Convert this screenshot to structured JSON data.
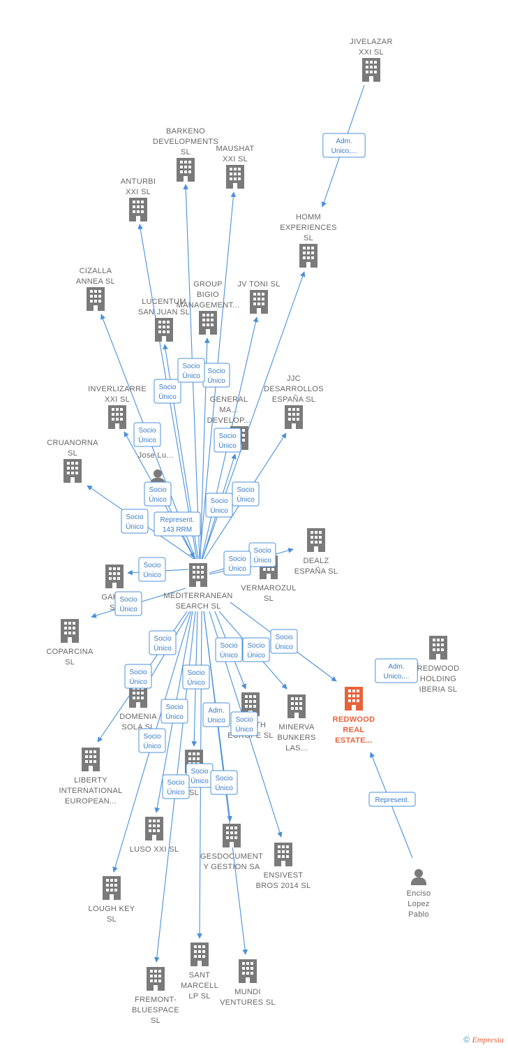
{
  "colors": {
    "edge": "#4a90d9",
    "company": "#7a7a7a",
    "main_company": "#e8623a",
    "person": "#7a7a7a",
    "label": "#666666"
  },
  "nodes": [
    {
      "id": "jivelazar",
      "kind": "company",
      "label": [
        "JIVELAZAR",
        "XXI SL"
      ]
    },
    {
      "id": "barkeno",
      "kind": "company",
      "label": [
        "BARKENO",
        "DEVELOPMENTS",
        "SL"
      ]
    },
    {
      "id": "maushat",
      "kind": "company",
      "label": [
        "MAUSHAT",
        "XXI SL"
      ]
    },
    {
      "id": "anturbi",
      "kind": "company",
      "label": [
        "ANTURBI",
        "XXI SL"
      ]
    },
    {
      "id": "homm",
      "kind": "company",
      "label": [
        "HOMM",
        "EXPERIENCES",
        "SL"
      ]
    },
    {
      "id": "cizalla",
      "kind": "company",
      "label": [
        "CIZALLA",
        "ANNEA SL"
      ]
    },
    {
      "id": "group",
      "kind": "company",
      "label": [
        "GROUP",
        "BIGIO",
        "MANAGEMENT..."
      ]
    },
    {
      "id": "jvtoni",
      "kind": "company",
      "label": [
        "JV TONI SL"
      ]
    },
    {
      "id": "lucentum",
      "kind": "company",
      "label": [
        "LUCENTUM",
        "SAN JUAN SL"
      ]
    },
    {
      "id": "jjc",
      "kind": "company",
      "label": [
        "JJC",
        "DESARROLLOS",
        "ESPAÑA SL"
      ]
    },
    {
      "id": "inverlizarre",
      "kind": "company",
      "label": [
        "INVERLIZARRE",
        "XXI SL"
      ]
    },
    {
      "id": "general",
      "kind": "company",
      "label": [
        "GENERAL",
        "MA...",
        "DEVELOP..."
      ]
    },
    {
      "id": "cruanorna",
      "kind": "company",
      "label": [
        "CRUANORNA",
        "SL"
      ]
    },
    {
      "id": "joselu",
      "kind": "person",
      "label": [
        "Jose Lu..."
      ]
    },
    {
      "id": "dealz",
      "kind": "company",
      "label": [
        "DEALZ",
        "ESPAÑA SL"
      ]
    },
    {
      "id": "vermarozul",
      "kind": "company",
      "label": [
        "VERMAROZUL",
        "SL"
      ]
    },
    {
      "id": "gapal",
      "kind": "company",
      "label": [
        "GAPAL",
        "SL"
      ]
    },
    {
      "id": "mediterranean",
      "kind": "company",
      "label": [
        "MEDITERRANEAN",
        "SEARCH SL"
      ]
    },
    {
      "id": "coparcina",
      "kind": "company",
      "label": [
        "COPARCINA",
        "SL"
      ]
    },
    {
      "id": "redwoodholding",
      "kind": "company",
      "label": [
        "REDWOOD",
        "HOLDING",
        "IBERIA SL"
      ]
    },
    {
      "id": "redwoodreal",
      "kind": "main",
      "label": [
        "REDWOOD",
        "REAL",
        "ESTATE..."
      ]
    },
    {
      "id": "domenia",
      "kind": "company",
      "label": [
        "DOMENIA",
        "SOLA SL"
      ]
    },
    {
      "id": "health",
      "kind": "company",
      "label": [
        "HEALTH",
        "EUROPE SL"
      ]
    },
    {
      "id": "minerva",
      "kind": "company",
      "label": [
        "MINERVA",
        "BUNKERS",
        "LAS..."
      ]
    },
    {
      "id": "liberty",
      "kind": "company",
      "label": [
        "LIBERTY",
        "INTERNATIONAL",
        "EUROPEAN..."
      ]
    },
    {
      "id": "developments",
      "kind": "company",
      "label": [
        "...OPMENTS",
        "SL"
      ]
    },
    {
      "id": "luso",
      "kind": "company",
      "label": [
        "LUSO XXI SL"
      ]
    },
    {
      "id": "gesdocument",
      "kind": "company",
      "label": [
        "GESDOCUMENT",
        "Y GESTION SA"
      ]
    },
    {
      "id": "ensivest",
      "kind": "company",
      "label": [
        "ENSIVEST",
        "BROS 2014 SL"
      ]
    },
    {
      "id": "enciso",
      "kind": "person",
      "label": [
        "Enciso",
        "Lopez",
        "Pablo"
      ]
    },
    {
      "id": "loughkey",
      "kind": "company",
      "label": [
        "LOUGH KEY",
        "SL"
      ]
    },
    {
      "id": "santmarcell",
      "kind": "company",
      "label": [
        "SANT",
        "MARCELL",
        "LP SL"
      ]
    },
    {
      "id": "mundi",
      "kind": "company",
      "label": [
        "MUNDI",
        "VENTURES SL"
      ]
    },
    {
      "id": "fremont",
      "kind": "company",
      "label": [
        "FREMONT-",
        "BLUESPACE",
        "SL"
      ]
    }
  ],
  "edges": [
    {
      "from": "jivelazar",
      "to": "homm",
      "label": [
        "Adm.",
        "Unico,..."
      ]
    },
    {
      "from": "mediterranean",
      "to": "barkeno",
      "label": []
    },
    {
      "from": "mediterranean",
      "to": "maushat",
      "label": []
    },
    {
      "from": "mediterranean",
      "to": "anturbi",
      "label": [
        "Socio",
        "Único"
      ]
    },
    {
      "from": "mediterranean",
      "to": "homm",
      "label": []
    },
    {
      "from": "mediterranean",
      "to": "cizalla",
      "label": [
        "Socio",
        "Único"
      ]
    },
    {
      "from": "mediterranean",
      "to": "group",
      "label": [
        "Socio",
        "Único"
      ]
    },
    {
      "from": "mediterranean",
      "to": "jvtoni",
      "label": [
        "Socio",
        "Único"
      ]
    },
    {
      "from": "mediterranean",
      "to": "lucentum",
      "label": [
        "Socio",
        "Único"
      ]
    },
    {
      "from": "mediterranean",
      "to": "jjc",
      "label": [
        "Socio",
        "Único"
      ]
    },
    {
      "from": "mediterranean",
      "to": "inverlizarre",
      "label": [
        "Socio",
        "Único"
      ]
    },
    {
      "from": "mediterranean",
      "to": "general",
      "label": [
        "Socio",
        "Único"
      ]
    },
    {
      "from": "mediterranean",
      "to": "cruanorna",
      "label": [
        "Socio",
        "Único"
      ]
    },
    {
      "from": "joselu",
      "to": "mediterranean",
      "label": [
        "Represent.",
        "143 RRM"
      ]
    },
    {
      "from": "mediterranean",
      "to": "dealz",
      "label": [
        "Socio",
        "Único"
      ]
    },
    {
      "from": "mediterranean",
      "to": "vermarozul",
      "label": [
        "Socio",
        "Único"
      ]
    },
    {
      "from": "mediterranean",
      "to": "gapal",
      "label": [
        "Socio",
        "Único"
      ]
    },
    {
      "from": "mediterranean",
      "to": "coparcina",
      "label": [
        "Socio",
        "Único"
      ]
    },
    {
      "from": "mediterranean",
      "to": "redwoodreal",
      "label": [
        "Socio",
        "Único"
      ]
    },
    {
      "from": "redwoodholding",
      "to": "redwoodreal",
      "label": [
        "Adm.",
        "Unico,..."
      ]
    },
    {
      "from": "enciso",
      "to": "redwoodreal",
      "label": [
        "Represent."
      ]
    },
    {
      "from": "mediterranean",
      "to": "domenia",
      "label": [
        "Socio",
        "Único"
      ]
    },
    {
      "from": "mediterranean",
      "to": "health",
      "label": [
        "Socio",
        "Único"
      ]
    },
    {
      "from": "mediterranean",
      "to": "minerva",
      "label": [
        "Socio",
        "Único"
      ]
    },
    {
      "from": "mediterranean",
      "to": "liberty",
      "label": [
        "Socio",
        "Único"
      ]
    },
    {
      "from": "mediterranean",
      "to": "developments",
      "label": [
        "Socio",
        "Único"
      ]
    },
    {
      "from": "mediterranean",
      "to": "luso",
      "label": [
        "Socio",
        "Único"
      ]
    },
    {
      "from": "mediterranean",
      "to": "gesdocument",
      "label": [
        "Adm.",
        "Unico"
      ]
    },
    {
      "from": "mediterranean",
      "to": "ensivest",
      "label": [
        "Socio",
        "Único"
      ]
    },
    {
      "from": "mediterranean",
      "to": "loughkey",
      "label": [
        "Socio",
        "Único"
      ]
    },
    {
      "from": "mediterranean",
      "to": "santmarcell",
      "label": [
        "Socio",
        "Único"
      ]
    },
    {
      "from": "mediterranean",
      "to": "mundi",
      "label": [
        "Socio",
        "Único"
      ]
    },
    {
      "from": "mediterranean",
      "to": "fremont",
      "label": [
        "Socio",
        "Único"
      ]
    }
  ],
  "footer": {
    "copyright_symbol": "©",
    "brand": "Empresia"
  }
}
